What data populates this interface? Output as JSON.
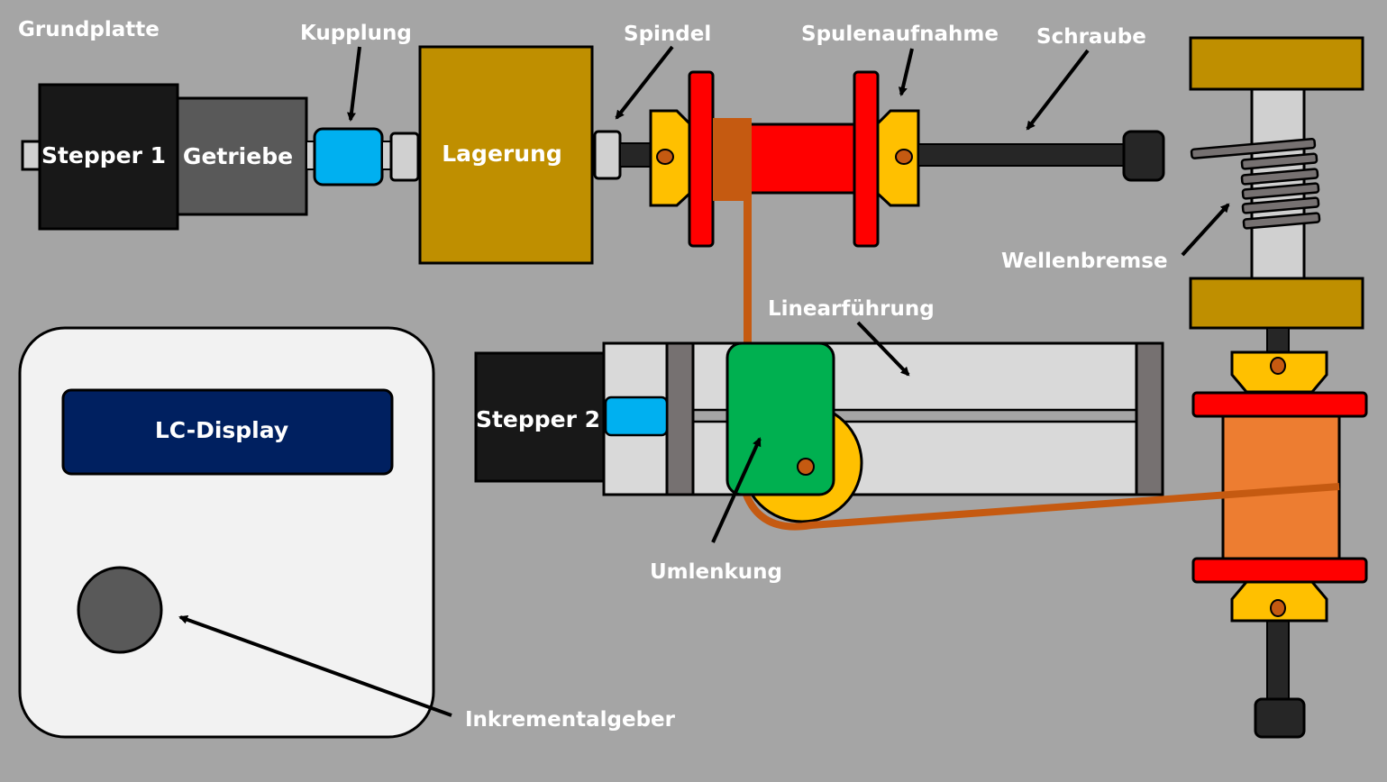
{
  "diagram": {
    "title": "Spulenwickelmaschine – Aufbau",
    "labels": {
      "grundplatte": "Grundplatte",
      "kupplung": "Kupplung",
      "spindel": "Spindel",
      "spulenaufnahme": "Spulenaufnahme",
      "schraube": "Schraube",
      "wellenbremse": "Wellenbremse",
      "linearfuehrung": "Linearführung",
      "umlenkung": "Umlenkung",
      "inkrementalgeber": "Inkrementalgeber"
    },
    "components": {
      "stepper1": "Stepper 1",
      "getriebe": "Getriebe",
      "lagerung": "Lagerung",
      "stepper2": "Stepper 2",
      "lcd": "LC-Display"
    },
    "colors": {
      "background": "#a5a5a5",
      "stepper": "#181818",
      "getriebe": "#595959",
      "kupplung": "#00b0f0",
      "lagerung": "#bf8f00",
      "spule_rot": "#ff0000",
      "halter_gelb": "#ffc000",
      "draht": "#c55a11",
      "schlitten": "#00b050",
      "lcd": "#002060",
      "gehaeuse": "#f2f2f2",
      "vorratsspule": "#ed7d31",
      "welle_hell": "#d9d9d9",
      "bremse": "#767171"
    }
  }
}
